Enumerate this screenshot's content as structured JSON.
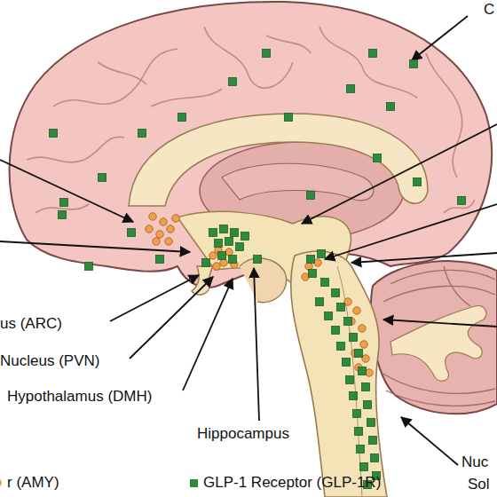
{
  "diagram": {
    "labels": [
      "C",
      "us (ARC)",
      "Nucleus (PVN)",
      "Hypothalamus (DMH)",
      "Hippocampus",
      "Nuc",
      "Sol"
    ],
    "legend": [
      {
        "text": "r (AMY)",
        "color": "#f0a04b"
      },
      {
        "text": "GLP-1 Receptor (GLP-1R)",
        "color": "#2e8b3e"
      }
    ]
  }
}
